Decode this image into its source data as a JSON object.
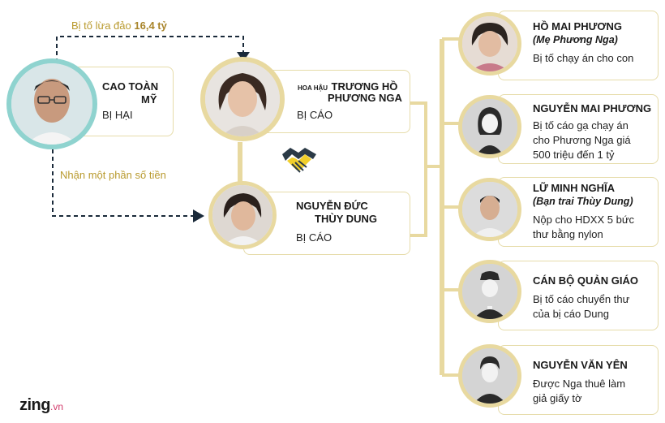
{
  "victim": {
    "name_line1": "CAO TOÀN",
    "name_line2": "MỸ",
    "role": "BỊ HẠI"
  },
  "arrow_top": {
    "text": "Bị tố lừa đảo",
    "amount": "16,4 tỷ"
  },
  "arrow_bottom": {
    "text": "Nhận một phần số tiền"
  },
  "nga": {
    "prefix": "HOA HẬU",
    "name_line1": "TRƯƠNG HỒ",
    "name_line2": "PHƯƠNG NGA",
    "role": "BỊ CÁO"
  },
  "dung": {
    "name_line1": "NGUYỄN ĐỨC",
    "name_line2": "THÙY DUNG",
    "role": "BỊ CÁO"
  },
  "people": [
    {
      "name": "HỒ MAI PHƯƠNG",
      "sub": "(Mẹ Phương Nga)",
      "desc": [
        "Bị tố chạy án cho con"
      ]
    },
    {
      "name": "NGUYỄN MAI PHƯƠNG",
      "sub": "",
      "desc": [
        "Bị tố cáo gạ chạy án",
        "cho Phương Nga giá",
        "500 triệu đến 1 tỷ"
      ]
    },
    {
      "name": "LỮ MINH NGHĨA",
      "sub": "(Bạn trai Thùy Dung)",
      "desc": [
        "Nộp cho HDXX 5 bức",
        "thư bằng nylon"
      ]
    },
    {
      "name": "CÁN BỘ QUẢN GIÁO",
      "sub": "",
      "desc": [
        "Bị tố cáo chuyển thư",
        "của bị cáo Dung"
      ]
    },
    {
      "name": "NGUYỄN VĂN YÊN",
      "sub": "",
      "desc": [
        "Được Nga thuê làm",
        "giả giấy tờ"
      ]
    }
  ],
  "logo": {
    "brand": "zing",
    "suffix": ".vn"
  },
  "colors": {
    "accent": "#e8d9a0",
    "gold_text": "#b99a2e",
    "dark": "#1a1a1a",
    "teal_ring": "#8fd3cf"
  }
}
